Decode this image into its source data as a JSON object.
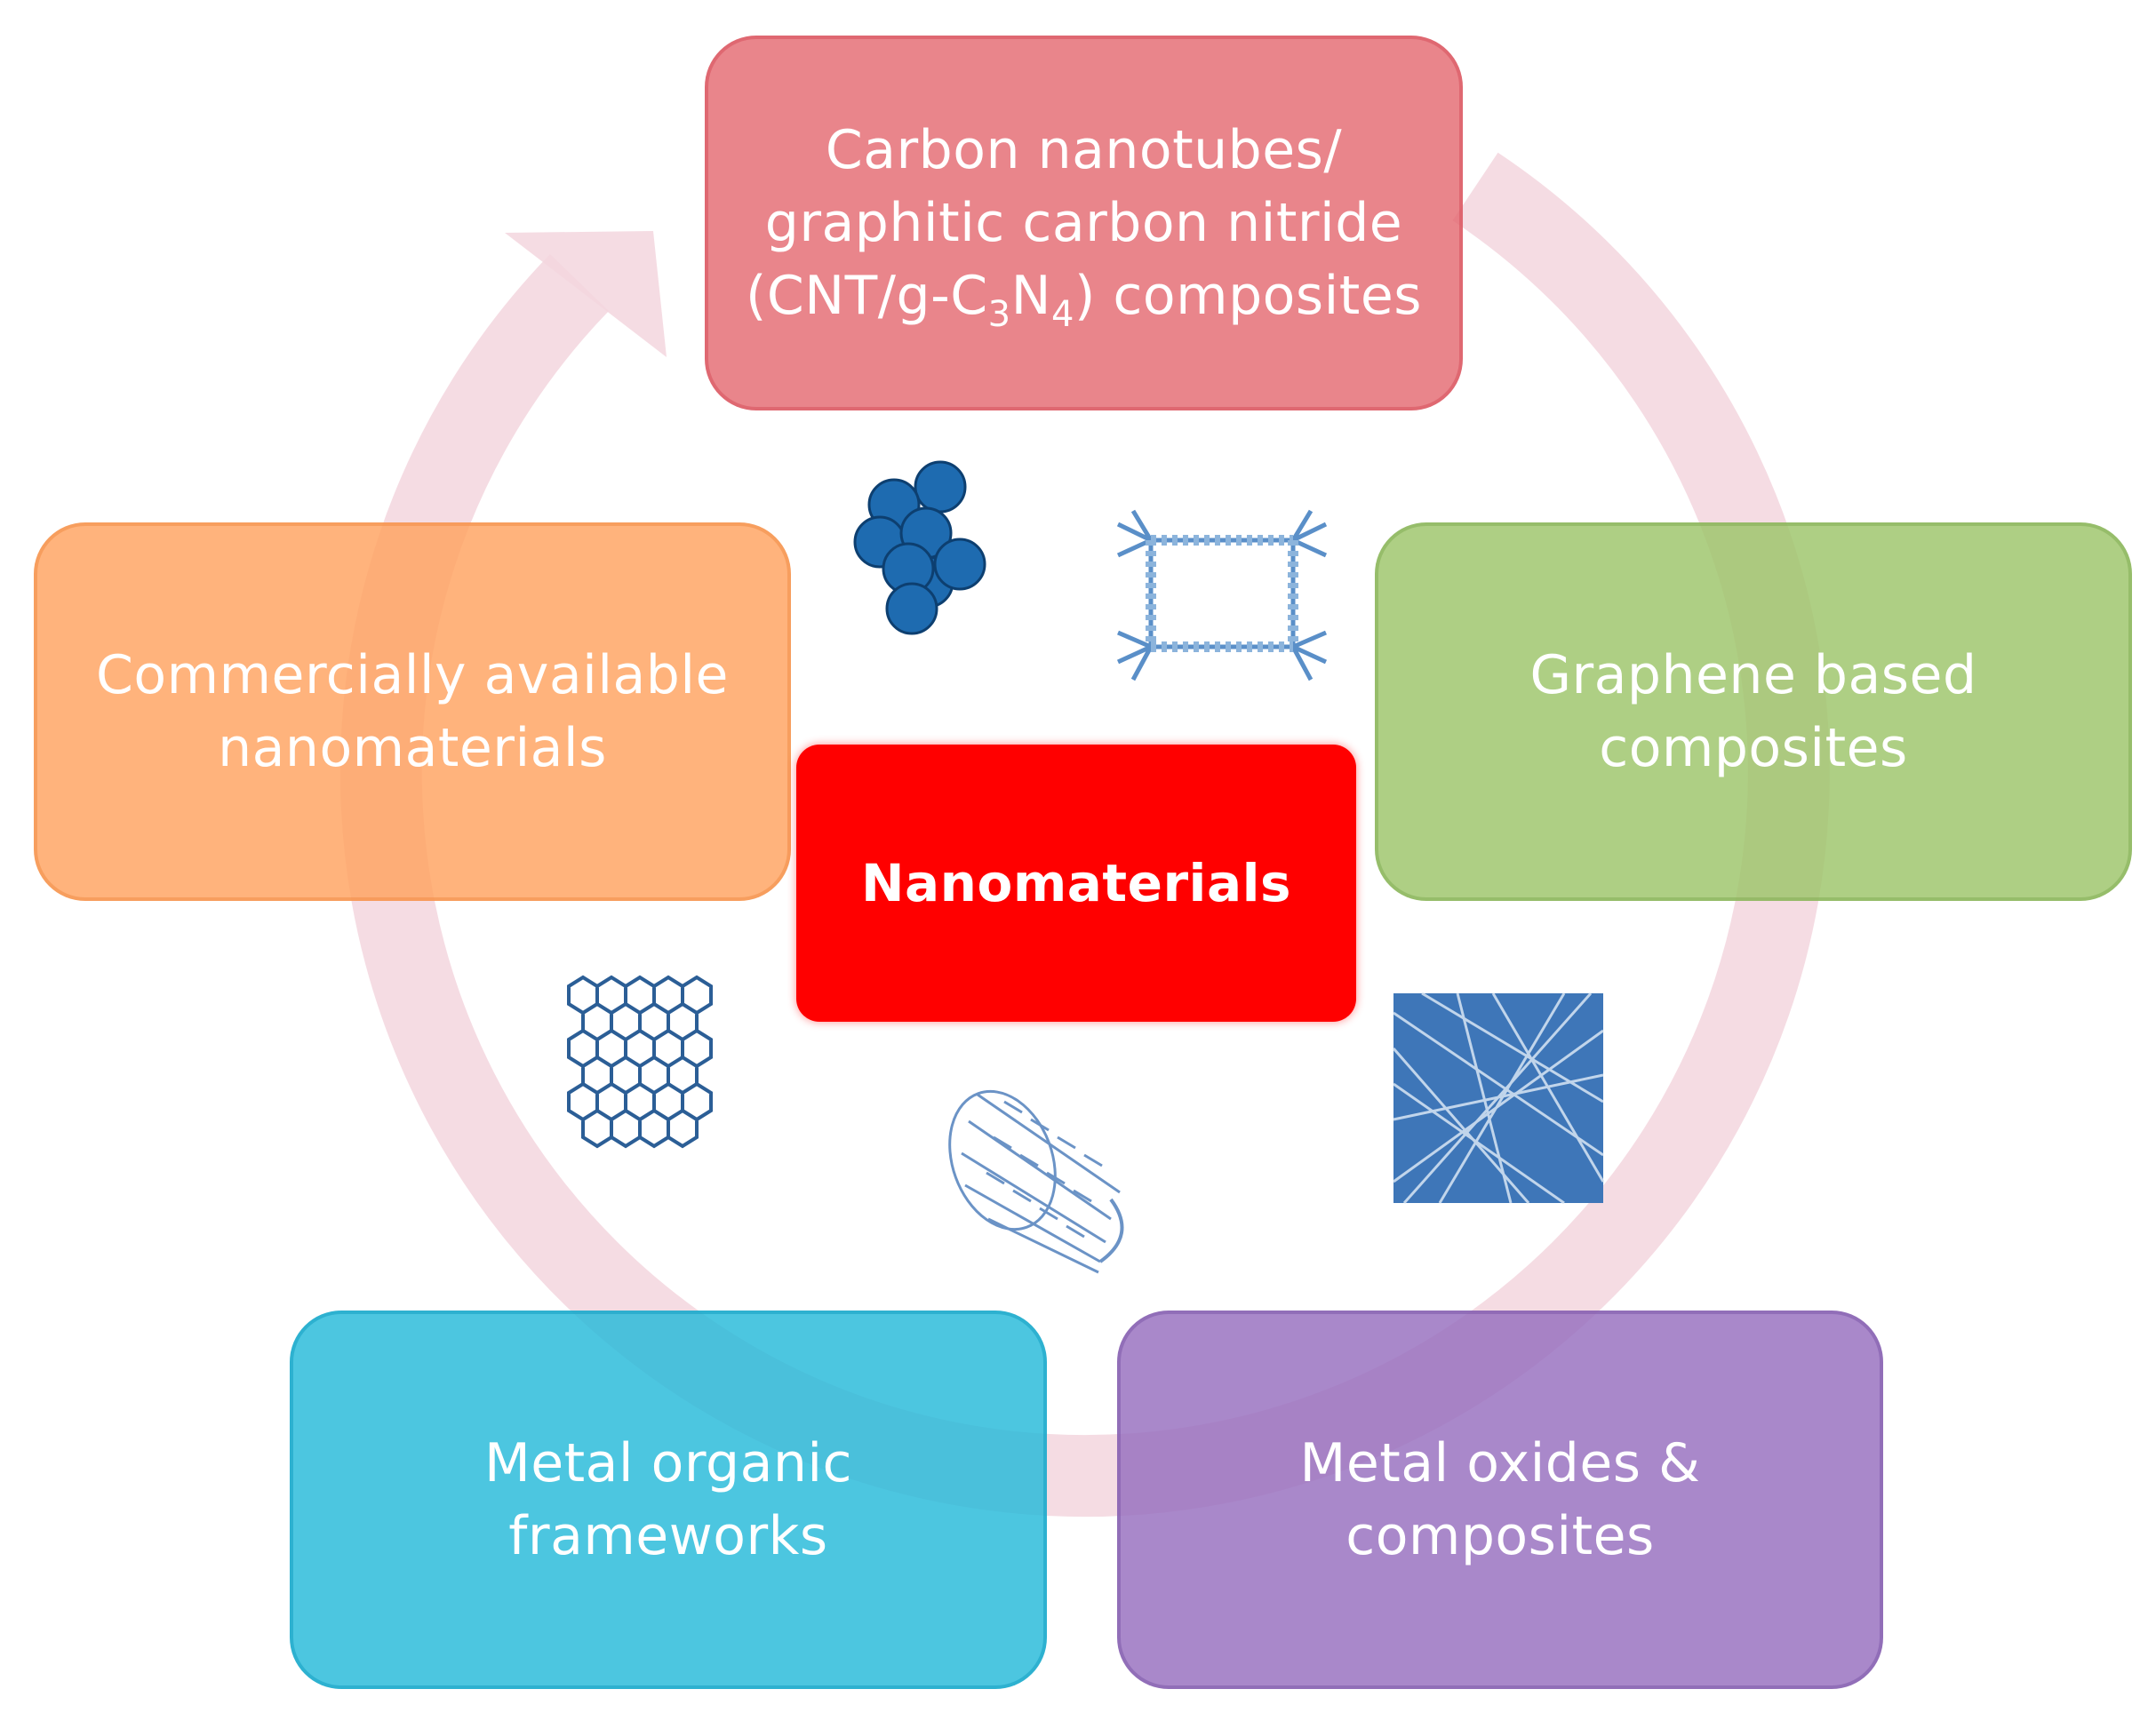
{
  "diagram": {
    "center": {
      "label": "Nanomaterials",
      "color": "#ff0000"
    },
    "categories": [
      {
        "id": "cnt",
        "line1": "Carbon nanotubes/",
        "line2": "graphitic carbon nitride",
        "line3_pre": "(CNT/g-C",
        "sub1": "3",
        "mid": "N",
        "sub2": "4",
        "line3_post": ") composites",
        "color": "#e4666e"
      },
      {
        "id": "graphene",
        "label_1": "Graphene based",
        "label_2": "composites",
        "color": "#9cc569"
      },
      {
        "id": "oxides",
        "label_1": "Metal oxides &",
        "label_2": "composites",
        "color": "#966ebe"
      },
      {
        "id": "mof",
        "label_1": "Metal organic",
        "label_2": "frameworks",
        "color": "#24bad9"
      },
      {
        "id": "commercial",
        "label_1": "Commercially available",
        "label_2": "nanomaterials",
        "color": "#ffa25f"
      }
    ],
    "cycle_color": "#f2d4dc",
    "illustrations": [
      "nanoparticle-cluster-icon",
      "mof-framework-icon",
      "graphene-sheet-icon",
      "carbon-nanotube-icon",
      "nanofiber-mesh-icon"
    ]
  }
}
